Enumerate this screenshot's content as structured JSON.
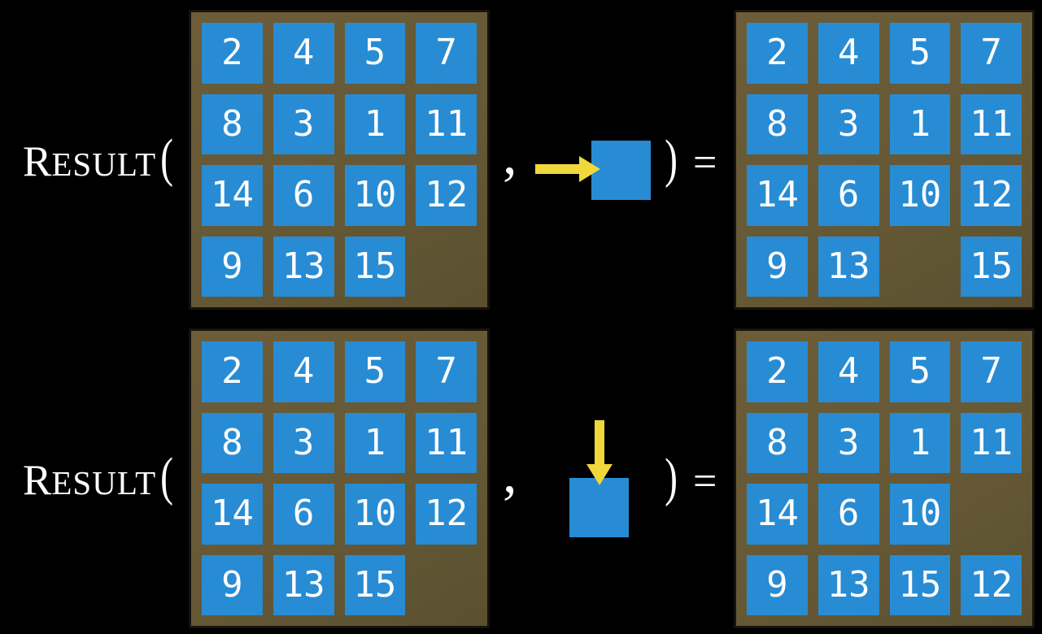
{
  "figure": {
    "description_colors": {
      "background": "#000000",
      "tile_blue": "#288CD4",
      "board_brown_light": "#6D5C38",
      "board_brown_dark": "#5A5030",
      "board_border": "#16130E",
      "arrow_yellow": "#EFD73C",
      "text_white": "#FFFFFF"
    }
  },
  "rows": [
    {
      "label_cap": "R",
      "label_small": "ESULT",
      "open_paren": "(",
      "comma": ",",
      "close_paren": ")",
      "equals": "=",
      "move": "right",
      "move_icon": "arrow-right-icon",
      "state": [
        [
          "2",
          "4",
          "5",
          "7"
        ],
        [
          "8",
          "3",
          "1",
          "11"
        ],
        [
          "14",
          "6",
          "10",
          "12"
        ],
        [
          "9",
          "13",
          "15",
          ""
        ]
      ],
      "result": [
        [
          "2",
          "4",
          "5",
          "7"
        ],
        [
          "8",
          "3",
          "1",
          "11"
        ],
        [
          "14",
          "6",
          "10",
          "12"
        ],
        [
          "9",
          "13",
          "",
          "15"
        ]
      ]
    },
    {
      "label_cap": "R",
      "label_small": "ESULT",
      "open_paren": "(",
      "comma": ",",
      "close_paren": ")",
      "equals": "=",
      "move": "down",
      "move_icon": "arrow-down-icon",
      "state": [
        [
          "2",
          "4",
          "5",
          "7"
        ],
        [
          "8",
          "3",
          "1",
          "11"
        ],
        [
          "14",
          "6",
          "10",
          "12"
        ],
        [
          "9",
          "13",
          "15",
          ""
        ]
      ],
      "result": [
        [
          "2",
          "4",
          "5",
          "7"
        ],
        [
          "8",
          "3",
          "1",
          "11"
        ],
        [
          "14",
          "6",
          "10",
          ""
        ],
        [
          "9",
          "13",
          "15",
          "12"
        ]
      ]
    }
  ]
}
